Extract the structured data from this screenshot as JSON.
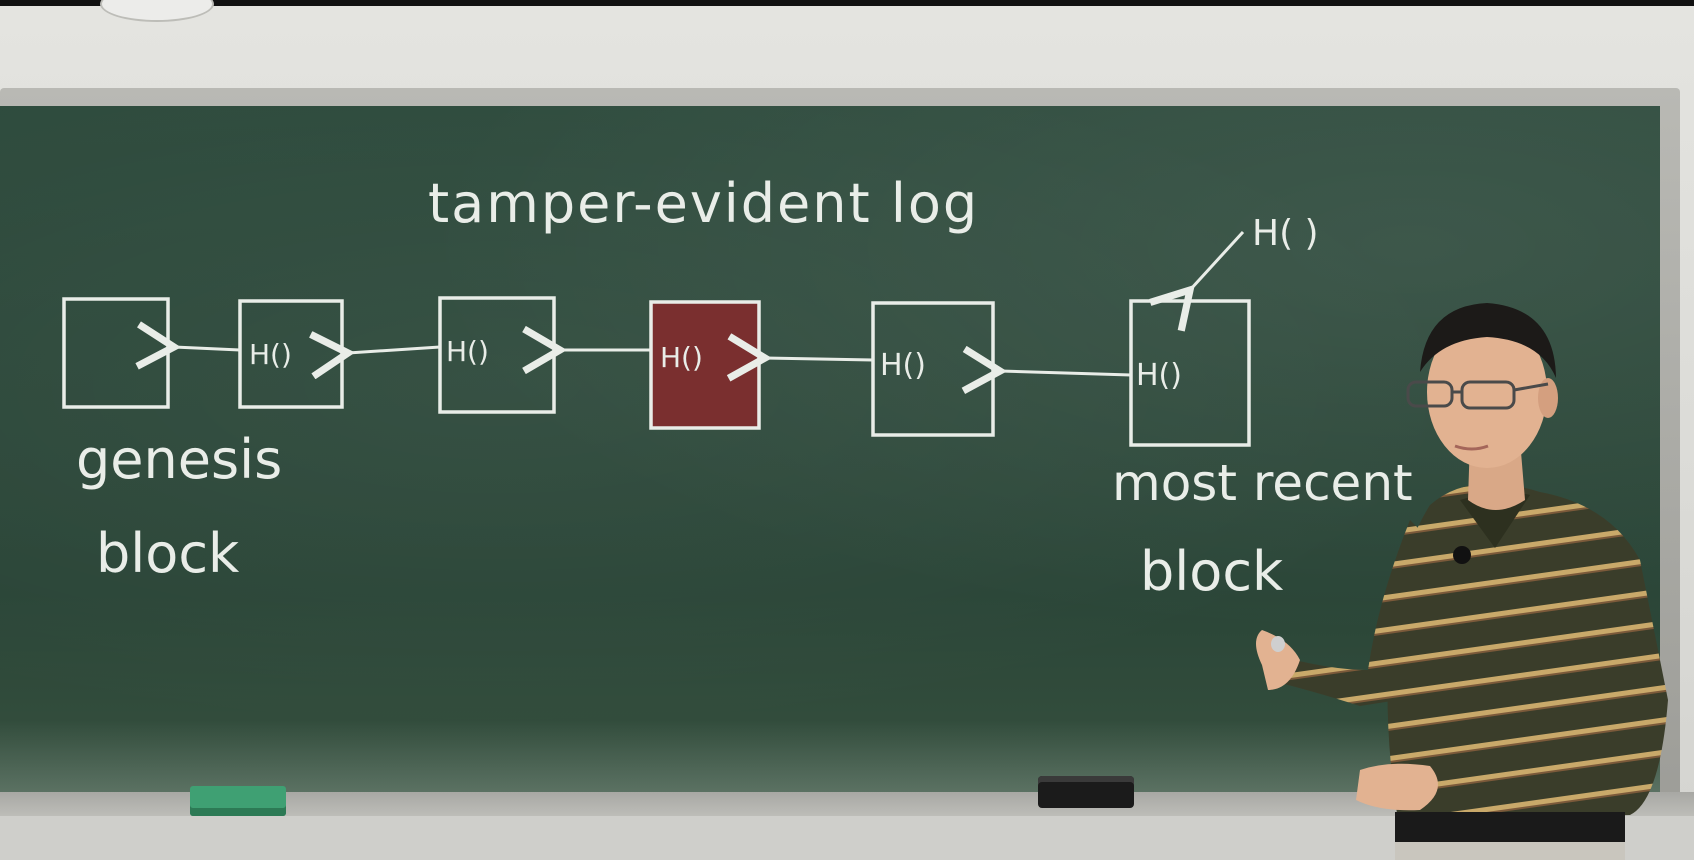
{
  "board": {
    "title": "tamper-evident log",
    "hash_label": "H( )",
    "block_labels": [
      "",
      "H()",
      "H()",
      "H()",
      "H()",
      "H()"
    ],
    "genesis_line1": "genesis",
    "genesis_line2": "block",
    "recent_line1": "most recent",
    "recent_line2": "block"
  },
  "colors": {
    "board": "#2b473a",
    "chalk": "#e9ede8",
    "tampered_block": "#7a2f2f",
    "shirt": "#3a3d2a",
    "shirt_stripe": "#c9a96a"
  }
}
